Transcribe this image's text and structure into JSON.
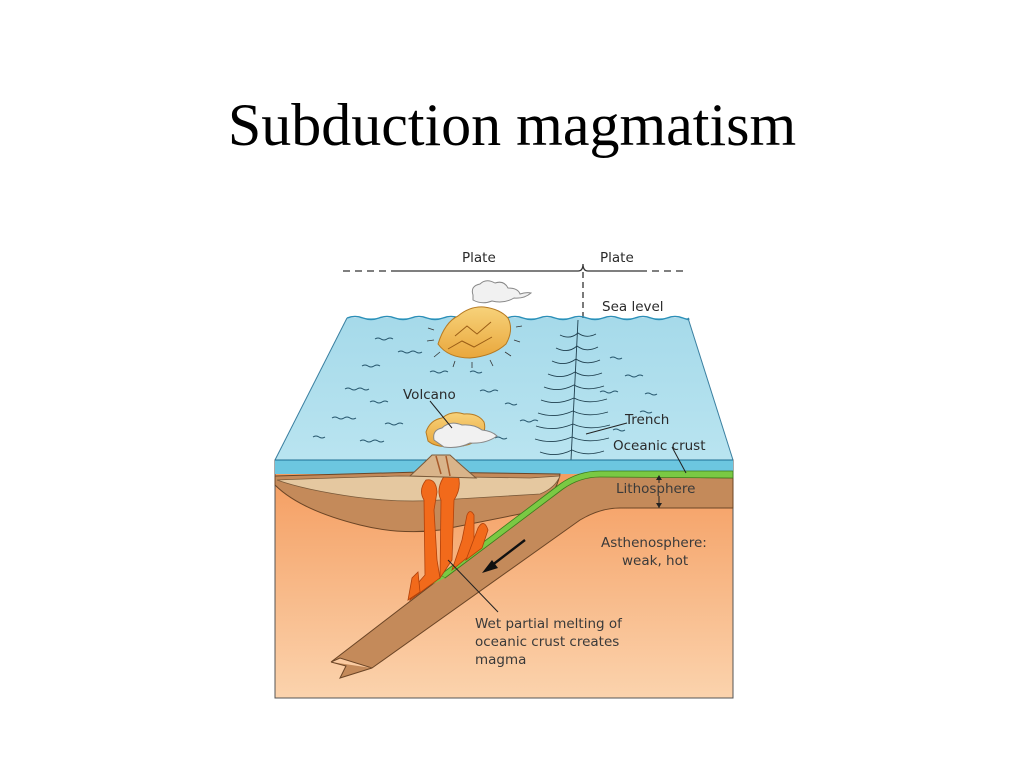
{
  "slide": {
    "title": "Subduction magmatism"
  },
  "diagram": {
    "labels": {
      "plate_left": "Plate",
      "plate_right": "Plate",
      "sea_level": "Sea level",
      "volcano": "Volcano",
      "trench": "Trench",
      "oceanic_crust": "Oceanic crust",
      "lithosphere": "Lithosphere",
      "asthenosphere_line1": "Asthenosphere:",
      "asthenosphere_line2": "weak, hot",
      "melting_line1": "Wet partial melting of",
      "melting_line2": "oceanic crust creates",
      "melting_line3": "magma"
    },
    "colors": {
      "ocean": "#a9dceb",
      "ocean_edge": "#2f9bc4",
      "asthenosphere": "#f5a66a",
      "lithosphere": "#c08757",
      "oceanic_crust": "#7ac943",
      "continental_crust": "#e2c49b",
      "magma": "#f06a1a",
      "island": "#f3c255"
    }
  }
}
